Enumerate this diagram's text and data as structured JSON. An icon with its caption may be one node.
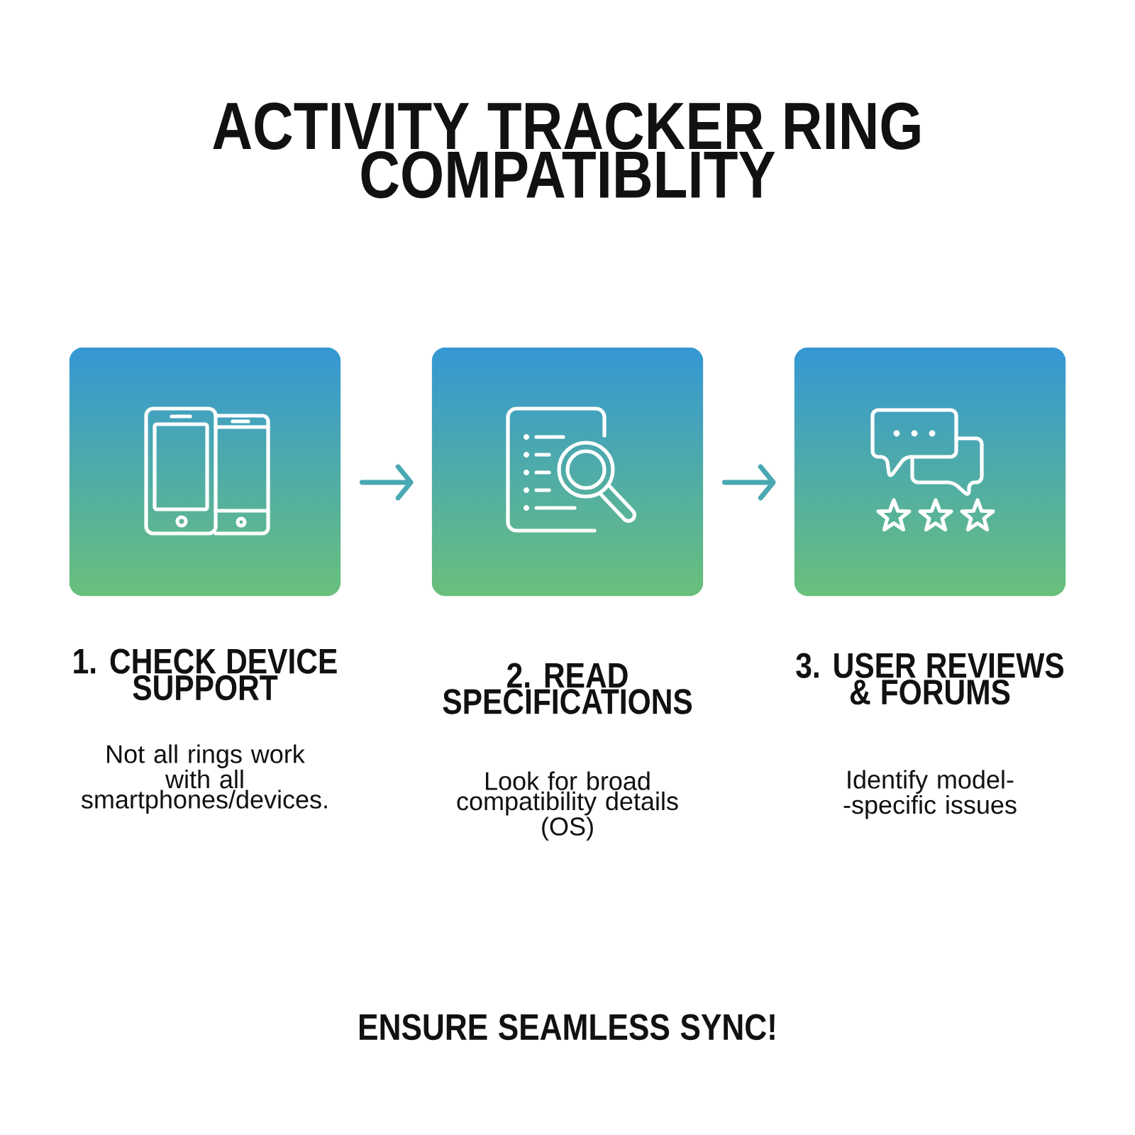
{
  "diagram": {
    "title": "ACTIVITY TRACKER RING COMPATIBLITY",
    "nodes": [
      {
        "text": [
          "1. CHECK DEVICE SUPPORT",
          "Not all rings work with all smartphones/devices."
        ]
      },
      {
        "text": [
          "2. READ SPECIFICATIONS",
          "Look for broad compatibility details (OS)"
        ]
      },
      {
        "text": [
          "3. USER REVIEWS & FORUMS",
          "Identify model- -specific issues"
        ]
      }
    ],
    "edges": [
      {
        "from": 0,
        "to": 1,
        "arrow": "to"
      },
      {
        "from": 1,
        "to": 2,
        "arrow": "to"
      }
    ],
    "labels": [
      "ENSURE SEAMLESS SYNC!"
    ]
  }
}
